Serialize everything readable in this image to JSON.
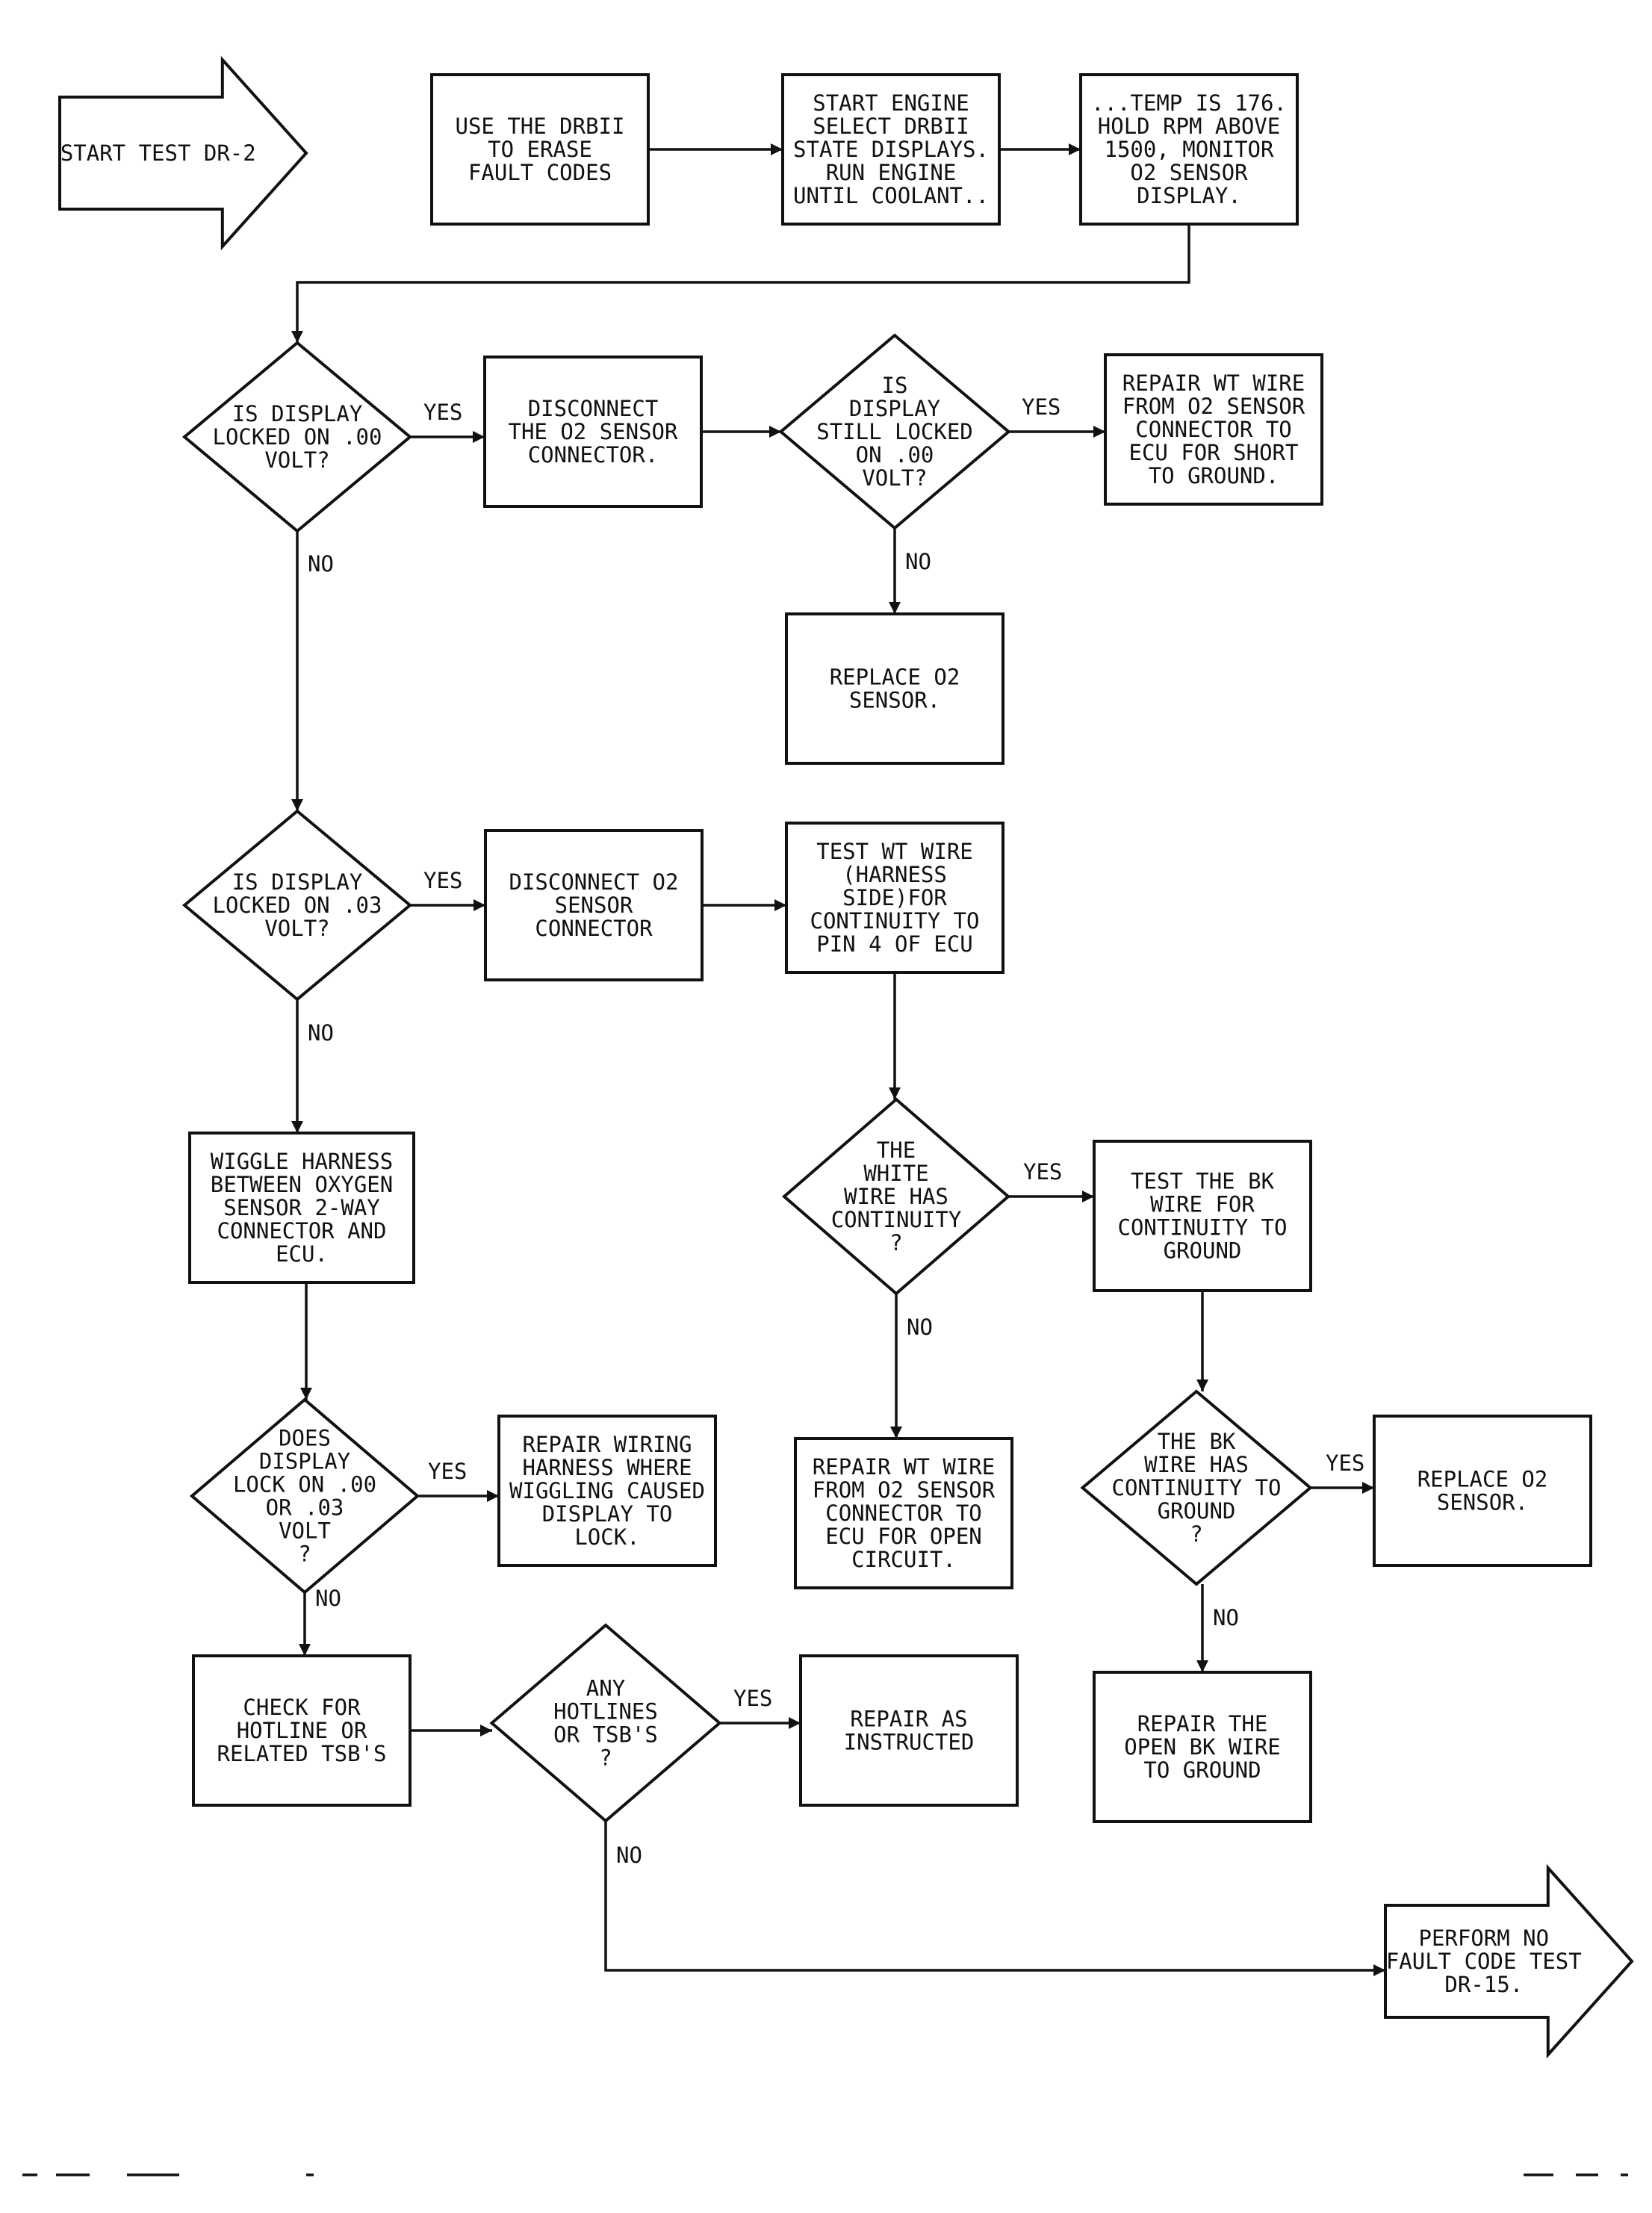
{
  "nodes": {
    "start": {
      "lines": [
        "START TEST DR-2"
      ]
    },
    "erase_codes": {
      "lines": [
        "USE THE DRBII",
        "TO ERASE",
        "FAULT CODES"
      ]
    },
    "start_engine": {
      "lines": [
        "START ENGINE",
        "SELECT DRBII",
        "STATE DISPLAYS.",
        "RUN ENGINE",
        "UNTIL COOLANT.."
      ]
    },
    "temp_hold": {
      "lines": [
        "...TEMP IS 176.",
        "HOLD RPM ABOVE",
        "1500, MONITOR",
        "O2 SENSOR",
        "DISPLAY."
      ]
    },
    "q_locked_00": {
      "lines": [
        "IS DISPLAY",
        "LOCKED ON .00",
        "VOLT?"
      ]
    },
    "disconnect_o2_a": {
      "lines": [
        "DISCONNECT",
        "THE O2 SENSOR",
        "CONNECTOR."
      ]
    },
    "q_still_locked": {
      "lines": [
        "IS",
        "DISPLAY",
        "STILL LOCKED",
        "ON .00",
        "VOLT?"
      ]
    },
    "repair_wt_short": {
      "lines": [
        "REPAIR WT WIRE",
        "FROM O2 SENSOR",
        "CONNECTOR TO",
        "ECU FOR SHORT",
        "TO GROUND."
      ]
    },
    "replace_o2_a": {
      "lines": [
        "REPLACE O2",
        "SENSOR."
      ]
    },
    "q_locked_03": {
      "lines": [
        "IS DISPLAY",
        "LOCKED ON .03",
        "VOLT?"
      ]
    },
    "disconnect_o2_b": {
      "lines": [
        "DISCONNECT O2",
        "SENSOR",
        "CONNECTOR"
      ]
    },
    "test_wt_wire": {
      "lines": [
        "TEST WT WIRE",
        "(HARNESS",
        "SIDE)FOR",
        "CONTINUITY TO",
        "PIN 4 OF ECU"
      ]
    },
    "wiggle": {
      "lines": [
        "WIGGLE HARNESS",
        "BETWEEN OXYGEN",
        "SENSOR 2-WAY",
        "CONNECTOR AND",
        "ECU."
      ]
    },
    "q_white_cont": {
      "lines": [
        "THE",
        "WHITE",
        "WIRE HAS",
        "CONTINUITY",
        "?"
      ]
    },
    "test_bk_wire": {
      "lines": [
        "TEST THE BK",
        "WIRE FOR",
        "CONTINUITY TO",
        "GROUND"
      ]
    },
    "q_lock_wiggle": {
      "lines": [
        "DOES",
        "DISPLAY",
        "LOCK ON .00",
        "OR .03",
        "VOLT",
        "?"
      ]
    },
    "repair_wiring": {
      "lines": [
        "REPAIR WIRING",
        "HARNESS WHERE",
        "WIGGLING CAUSED",
        "DISPLAY TO",
        "LOCK."
      ]
    },
    "repair_wt_open": {
      "lines": [
        "REPAIR WT WIRE",
        "FROM O2 SENSOR",
        "CONNECTOR TO",
        "ECU FOR OPEN",
        "CIRCUIT."
      ]
    },
    "q_bk_cont": {
      "lines": [
        "THE BK",
        "WIRE HAS",
        "CONTINUITY TO",
        "GROUND",
        "?"
      ]
    },
    "replace_o2_b": {
      "lines": [
        "REPLACE O2",
        "SENSOR."
      ]
    },
    "check_hotline": {
      "lines": [
        "CHECK FOR",
        "HOTLINE OR",
        "RELATED TSB'S"
      ]
    },
    "q_hotlines": {
      "lines": [
        "ANY",
        "HOTLINES",
        "OR TSB'S",
        "?"
      ]
    },
    "repair_as_instructed": {
      "lines": [
        "REPAIR AS",
        "INSTRUCTED"
      ]
    },
    "repair_open_bk": {
      "lines": [
        "REPAIR THE",
        "OPEN BK WIRE",
        "TO GROUND"
      ]
    },
    "perform_no_fault": {
      "lines": [
        "PERFORM NO",
        "FAULT CODE TEST",
        "DR-15."
      ]
    }
  },
  "edges": [
    {
      "from": "start",
      "to": "erase_codes",
      "label": ""
    },
    {
      "from": "erase_codes",
      "to": "start_engine",
      "label": ""
    },
    {
      "from": "start_engine",
      "to": "temp_hold",
      "label": ""
    },
    {
      "from": "temp_hold",
      "to": "q_locked_00",
      "label": ""
    },
    {
      "from": "q_locked_00",
      "to": "disconnect_o2_a",
      "label": "YES"
    },
    {
      "from": "q_locked_00",
      "to": "q_locked_03",
      "label": "NO"
    },
    {
      "from": "disconnect_o2_a",
      "to": "q_still_locked",
      "label": ""
    },
    {
      "from": "q_still_locked",
      "to": "repair_wt_short",
      "label": "YES"
    },
    {
      "from": "q_still_locked",
      "to": "replace_o2_a",
      "label": "NO"
    },
    {
      "from": "q_locked_03",
      "to": "disconnect_o2_b",
      "label": "YES"
    },
    {
      "from": "q_locked_03",
      "to": "wiggle",
      "label": "NO"
    },
    {
      "from": "disconnect_o2_b",
      "to": "test_wt_wire",
      "label": ""
    },
    {
      "from": "test_wt_wire",
      "to": "q_white_cont",
      "label": ""
    },
    {
      "from": "q_white_cont",
      "to": "test_bk_wire",
      "label": "YES"
    },
    {
      "from": "q_white_cont",
      "to": "repair_wt_open",
      "label": "NO"
    },
    {
      "from": "test_bk_wire",
      "to": "q_bk_cont",
      "label": ""
    },
    {
      "from": "q_bk_cont",
      "to": "replace_o2_b",
      "label": "YES"
    },
    {
      "from": "q_bk_cont",
      "to": "repair_open_bk",
      "label": "NO"
    },
    {
      "from": "wiggle",
      "to": "q_lock_wiggle",
      "label": ""
    },
    {
      "from": "q_lock_wiggle",
      "to": "repair_wiring",
      "label": "YES"
    },
    {
      "from": "q_lock_wiggle",
      "to": "check_hotline",
      "label": "NO"
    },
    {
      "from": "check_hotline",
      "to": "q_hotlines",
      "label": ""
    },
    {
      "from": "q_hotlines",
      "to": "repair_as_instructed",
      "label": "YES"
    },
    {
      "from": "q_hotlines",
      "to": "perform_no_fault",
      "label": "NO"
    }
  ]
}
